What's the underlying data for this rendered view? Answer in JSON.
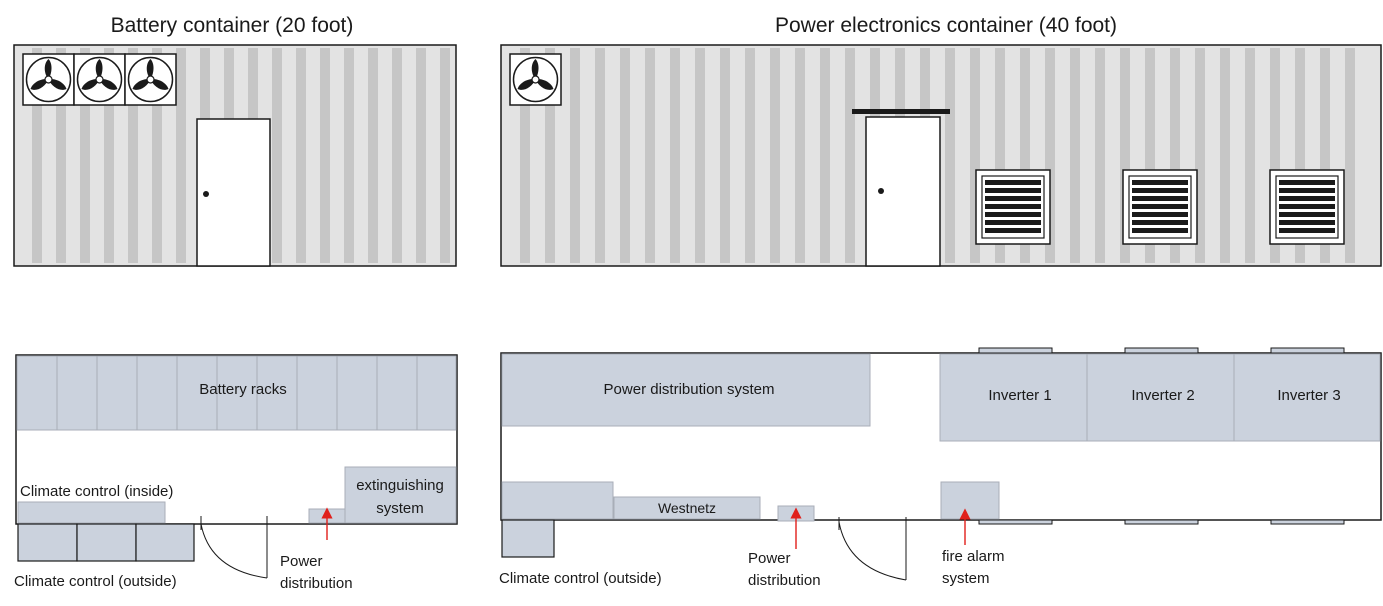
{
  "titles": {
    "battery": "Battery container (20 foot)",
    "power": "Power electronics container (40 foot)"
  },
  "battery_plan": {
    "racks": "Battery racks",
    "climate_inside": "Climate control (inside)",
    "climate_outside": "Climate control (outside)",
    "extinguishing_1": "extinguishing",
    "extinguishing_2": "system",
    "power_dist_1": "Power",
    "power_dist_2": "distribution"
  },
  "power_plan": {
    "power_distribution_system": "Power distribution system",
    "inverters": [
      "Inverter 1",
      "Inverter 2",
      "Inverter 3"
    ],
    "westnetz": "Westnetz",
    "climate_outside": "Climate control (outside)",
    "power_dist_1": "Power",
    "power_dist_2": "distribution",
    "fire_alarm_1": "fire alarm",
    "fire_alarm_2": "system"
  },
  "colors": {
    "container_bg": "#e3e3e3",
    "stripe": "#c6c6c6",
    "equipment": "#cbd2dd",
    "outline": "#1a1a1a",
    "arrow": "#e0201b"
  }
}
